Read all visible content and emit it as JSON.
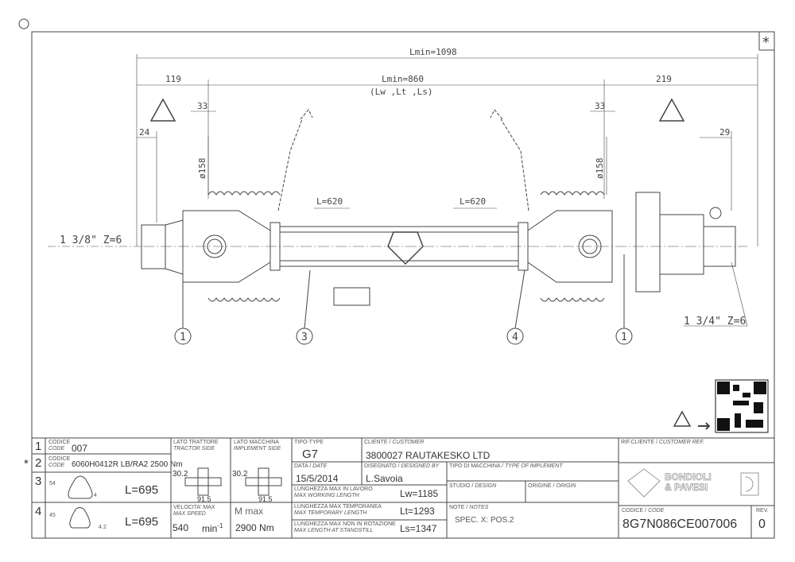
{
  "drawing": {
    "lmin_total": "Lmin=1098",
    "left_ext": "119",
    "lmin_inner": "Lmin=860",
    "lmin_note": "(Lw ,Lt ,Ls)",
    "right_ext": "219",
    "left_33": "33",
    "right_33": "33",
    "left_24": "24",
    "right_29": "29",
    "left_dia": "ø158",
    "right_dia": "ø158",
    "left_tube": "L=620",
    "right_tube": "L=620",
    "left_shaft": "1 3/8\" Z=6",
    "right_shaft": "1 3/4\" Z=6",
    "balloons": [
      "1",
      "3",
      "4",
      "1"
    ],
    "corner_mark": "*"
  },
  "title_block": {
    "rows": [
      {
        "num": "1",
        "label_it": "CODICE",
        "label_en": "CODE",
        "value": "007"
      },
      {
        "num": "2",
        "label_it": "CODICE",
        "label_en": "CODE",
        "value": "6060H0412R LB/RA2 2500 Nm",
        "mark": "*"
      },
      {
        "num": "3",
        "dim_h": "54",
        "dim_t": "4",
        "length": "L=695"
      },
      {
        "num": "4",
        "dim_h": "45",
        "dim_t": "4.2",
        "length": "L=695"
      }
    ],
    "tractor_side": {
      "it": "LATO TRATTORE",
      "en": "TRACTOR SIDE",
      "d": "30.2",
      "w": "91.5"
    },
    "implement_side": {
      "it": "LATO MACCHINA",
      "en": "IMPLEMENT SIDE",
      "d": "30.2",
      "w": "91.5"
    },
    "speed": {
      "it": "VELOCITA' MAX",
      "en": "MAX SPEED",
      "value": "540",
      "unit": "min",
      "exp": "-1"
    },
    "torque": {
      "label": "M max",
      "value": "2900 Nm"
    },
    "type": {
      "label": "TIPO-TYPE",
      "value": "G7"
    },
    "customer": {
      "label_it": "CLIENTE /",
      "label_en": "CUSTOMER",
      "value": "3800027  RAUTAKESKO LTD"
    },
    "date": {
      "label_it": "DATA /",
      "label_en": "DATE",
      "value": "15/5/2014"
    },
    "designer": {
      "label_it": "DISEGNATO /",
      "label_en": "DESIGNED BY",
      "value": "L.Savoia"
    },
    "implement_type": {
      "label_it": "TIPO DI MACCHINA /",
      "label_en": "TYPE OF IMPLEMENT"
    },
    "lw": {
      "it": "LUNGHEZZA MAX IN LAVORO",
      "en": "MAX WORKING LENGTH",
      "value": "Lw=1185"
    },
    "lt": {
      "it": "LUNGHEZZA MAX TEMPORANEA",
      "en": "MAX TEMPORARY LENGTH",
      "value": "Lt=1293"
    },
    "ls": {
      "it": "LUNGHEZZA MAX NON IN ROTAZIONE",
      "en": "MAX LENGTH AT STANDSTILL",
      "value": "Ls=1347"
    },
    "studio": {
      "it": "STUDIO /",
      "en": "DESIGN"
    },
    "origin": {
      "it": "ORIGINE /",
      "en": "ORIGIN"
    },
    "notes": {
      "it": "NOTE /",
      "en": "NOTES",
      "value": "SPEC. X: POS.2"
    },
    "customer_ref": {
      "it": "RIF.CLIENTE /",
      "en": "CUSTOMER REF."
    },
    "logo": {
      "line1": "BONDIOLI",
      "line2": "& PAVESI"
    },
    "code": {
      "it": "CODICE /",
      "en": "CODE",
      "value": "8G7N086CE007006"
    },
    "rev": {
      "label": "REV.",
      "value": "0"
    }
  }
}
